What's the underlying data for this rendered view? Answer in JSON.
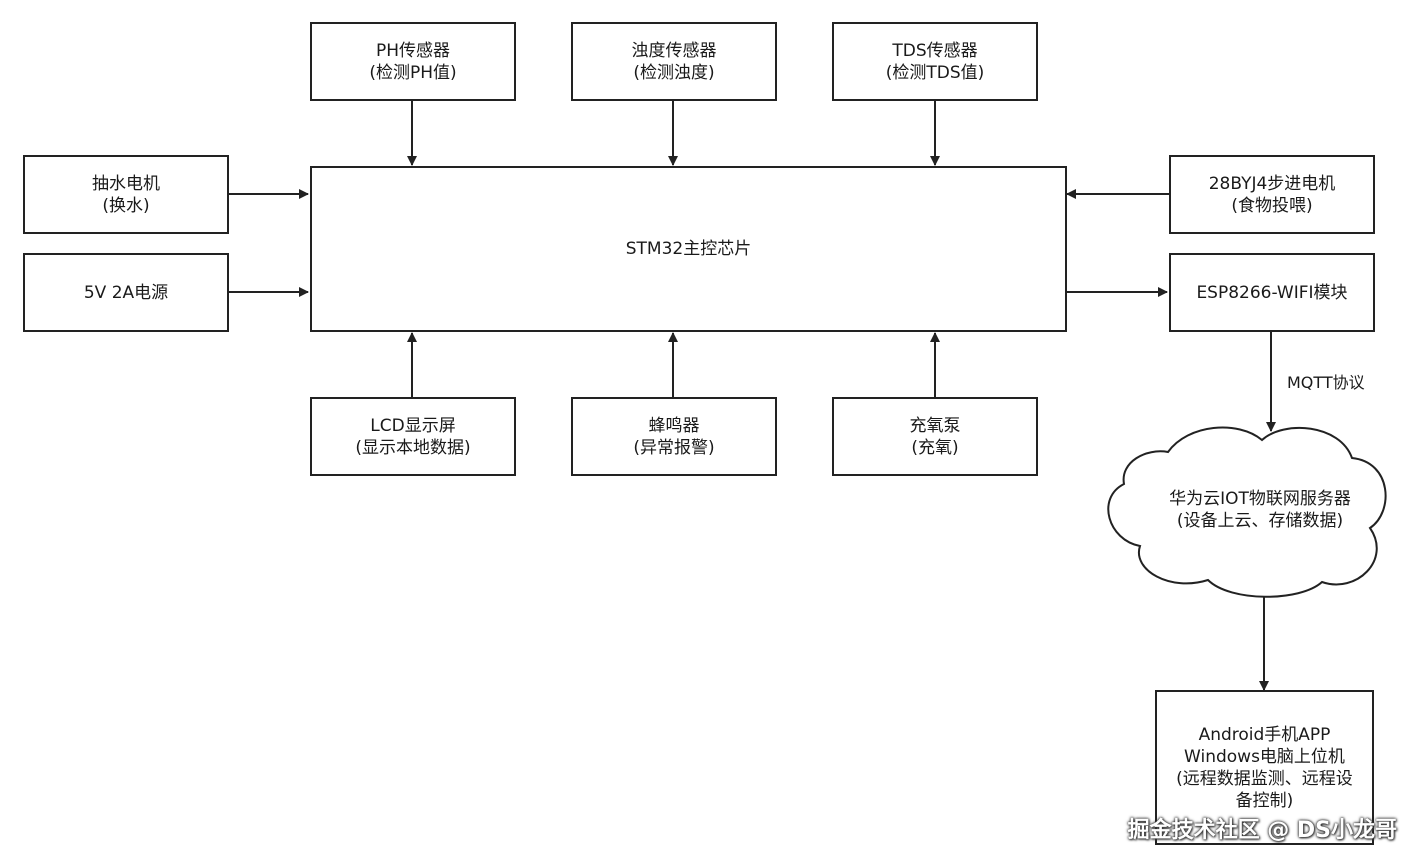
{
  "nodes": {
    "ph_sensor": {
      "line1": "PH传感器",
      "line2": "(检测PH值)"
    },
    "turbidity_sensor": {
      "line1": "浊度传感器",
      "line2": "(检测浊度)"
    },
    "tds_sensor": {
      "line1": "TDS传感器",
      "line2": "(检测TDS值)"
    },
    "water_pump": {
      "line1": "抽水电机",
      "line2": "(换水)"
    },
    "power": {
      "line1": "5V 2A电源"
    },
    "mcu": {
      "line1": "STM32主控芯片"
    },
    "stepper": {
      "line1": "28BYJ4步进电机",
      "line2": "(食物投喂)"
    },
    "wifi": {
      "line1": "ESP8266-WIFI模块"
    },
    "lcd": {
      "line1": "LCD显示屏",
      "line2": "(显示本地数据)"
    },
    "buzzer": {
      "line1": "蜂鸣器",
      "line2": "(异常报警)"
    },
    "oxygen_pump": {
      "line1": "充氧泵",
      "line2": "(充氧)"
    },
    "cloud": {
      "line1": "华为云IOT物联网服务器",
      "line2": "(设备上云、存储数据)"
    },
    "app": {
      "line1": "Android手机APP",
      "line2": "Windows电脑上位机",
      "line3": "(远程数据监测、远程设",
      "line4": "备控制)"
    }
  },
  "edges": {
    "mqtt_label": "MQTT协议"
  },
  "watermark": "掘金技术社区 @ DS小龙哥"
}
